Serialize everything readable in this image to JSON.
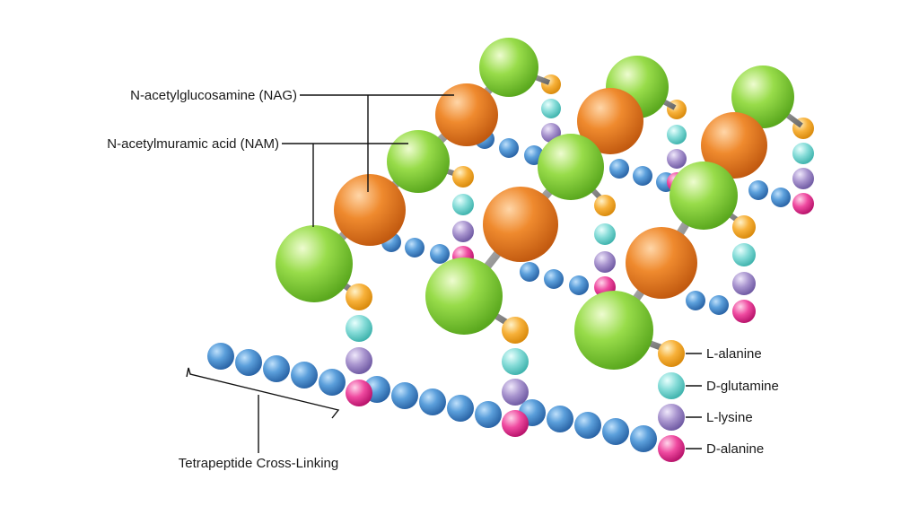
{
  "labels": {
    "nag": "N-acetylglucosamine (NAG)",
    "nam": "N-acetylmuramic acid (NAM)",
    "crosslink": "Tetrapeptide Cross-Linking"
  },
  "legend": [
    {
      "label": "L-alanine",
      "color": "#f6a623"
    },
    {
      "label": "D-glutamine",
      "color": "#6fd3cf"
    },
    {
      "label": "L-lysine",
      "color": "#9b86c4"
    },
    {
      "label": "D-alanine",
      "color": "#ee3f98"
    }
  ],
  "colors": {
    "nag": "#e8741e",
    "nam": "#86d23c",
    "peptide_backbone": "#3f86c8",
    "connector": "#9a9a9a",
    "line": "#111111"
  }
}
